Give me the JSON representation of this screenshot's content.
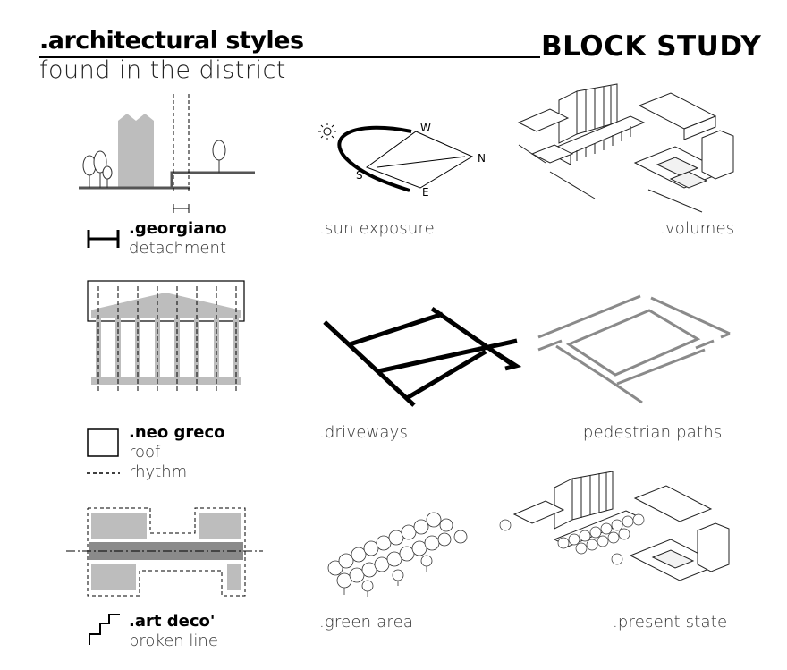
{
  "header": {
    "title": ".architectural styles",
    "subtitle": "found in the district",
    "right_title": "BLOCK STUDY"
  },
  "styles": [
    {
      "name": ".georgiano",
      "subs": [
        "detachment"
      ]
    },
    {
      "name": ".neo greco",
      "subs": [
        "roof",
        "rhythm"
      ]
    },
    {
      "name": ".art deco'",
      "subs": [
        "broken line"
      ]
    }
  ],
  "captions": {
    "sun": ".sun  exposure",
    "volumes": ".volumes",
    "driveways": ".driveways",
    "pedestrian": ".pedestrian paths",
    "green": ".green area",
    "present": ".present state"
  },
  "compass": {
    "w": "W",
    "n": "N",
    "s": "S",
    "e": "E"
  },
  "icons": [
    "sun-icon",
    "tree-icon",
    "detachment-icon",
    "roof-box-icon",
    "rhythm-dash-icon",
    "broken-line-icon"
  ]
}
